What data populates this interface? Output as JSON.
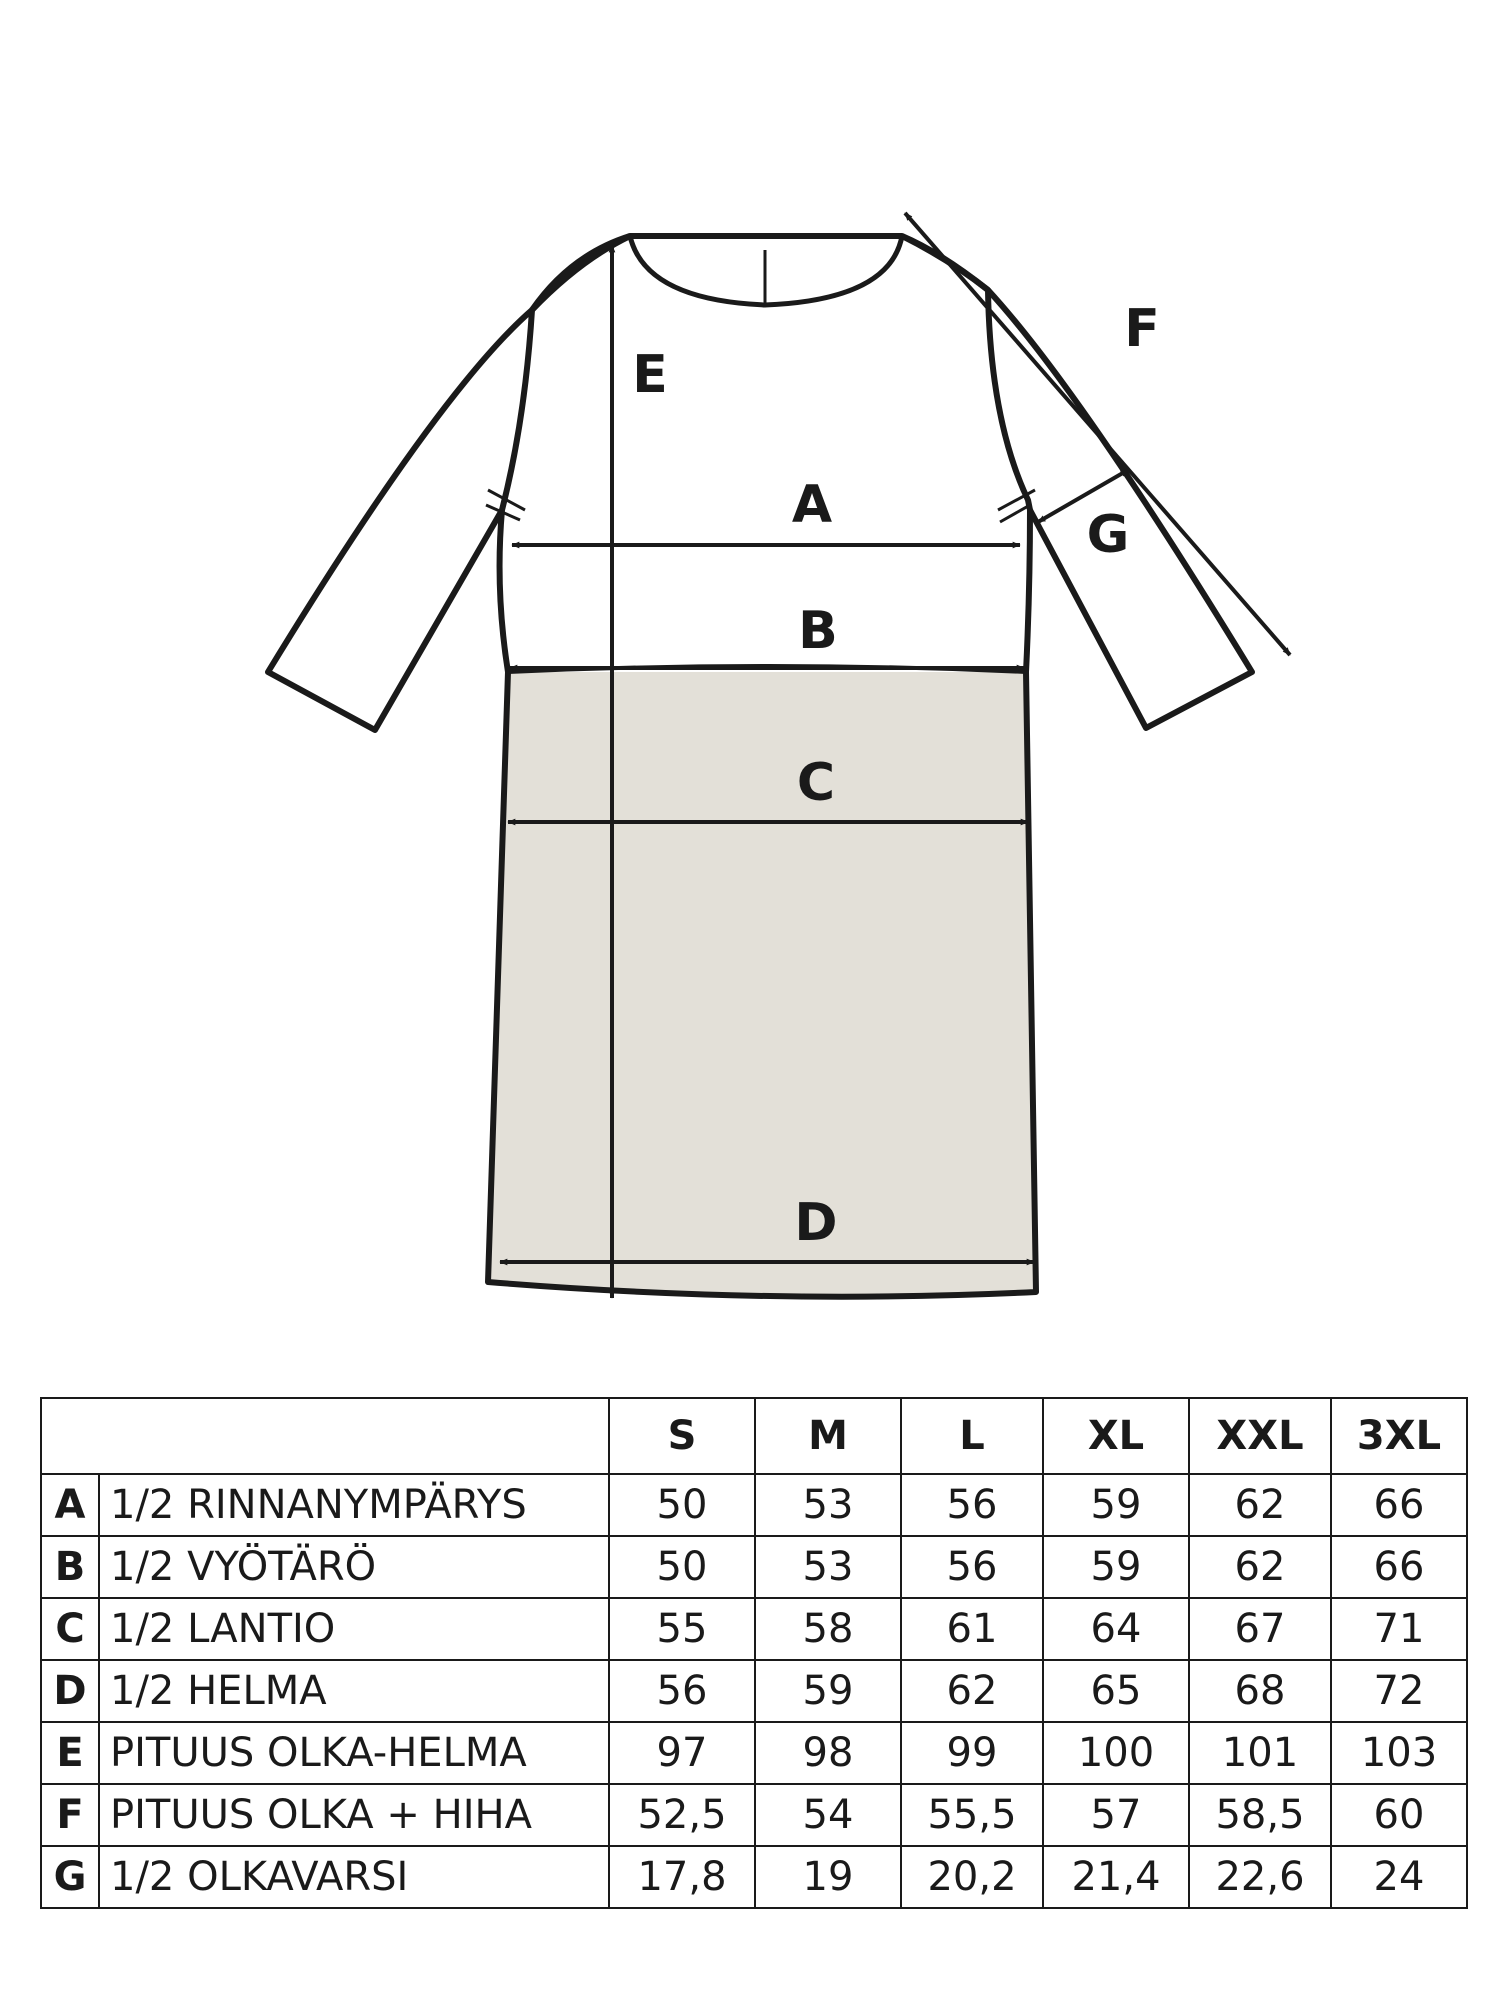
{
  "diagram": {
    "labels": {
      "A": "A",
      "B": "B",
      "C": "C",
      "D": "D",
      "E": "E",
      "F": "F",
      "G": "G"
    }
  },
  "table": {
    "sizes": [
      "S",
      "M",
      "L",
      "XL",
      "XXL",
      "3XL"
    ],
    "rows": [
      {
        "letter": "A",
        "label": "1/2 RINNANYMPÄRYS",
        "values": [
          "50",
          "53",
          "56",
          "59",
          "62",
          "66"
        ]
      },
      {
        "letter": "B",
        "label": "1/2 VYÖTÄRÖ",
        "values": [
          "50",
          "53",
          "56",
          "59",
          "62",
          "66"
        ]
      },
      {
        "letter": "C",
        "label": "1/2 LANTIO",
        "values": [
          "55",
          "58",
          "61",
          "64",
          "67",
          "71"
        ]
      },
      {
        "letter": "D",
        "label": "1/2 HELMA",
        "values": [
          "56",
          "59",
          "62",
          "65",
          "68",
          "72"
        ]
      },
      {
        "letter": "E",
        "label": "PITUUS OLKA-HELMA",
        "values": [
          "97",
          "98",
          "99",
          "100",
          "101",
          "103"
        ]
      },
      {
        "letter": "F",
        "label": "PITUUS OLKA + HIHA",
        "values": [
          "52,5",
          "54",
          "55,5",
          "57",
          "58,5",
          "60"
        ]
      },
      {
        "letter": "G",
        "label": "1/2 OLKAVARSI",
        "values": [
          "17,8",
          "19",
          "20,2",
          "21,4",
          "22,6",
          "24"
        ]
      }
    ]
  },
  "colors": {
    "line": "#1a1a1a",
    "skirt_fill": "#e3e0d8",
    "background": "#ffffff"
  }
}
